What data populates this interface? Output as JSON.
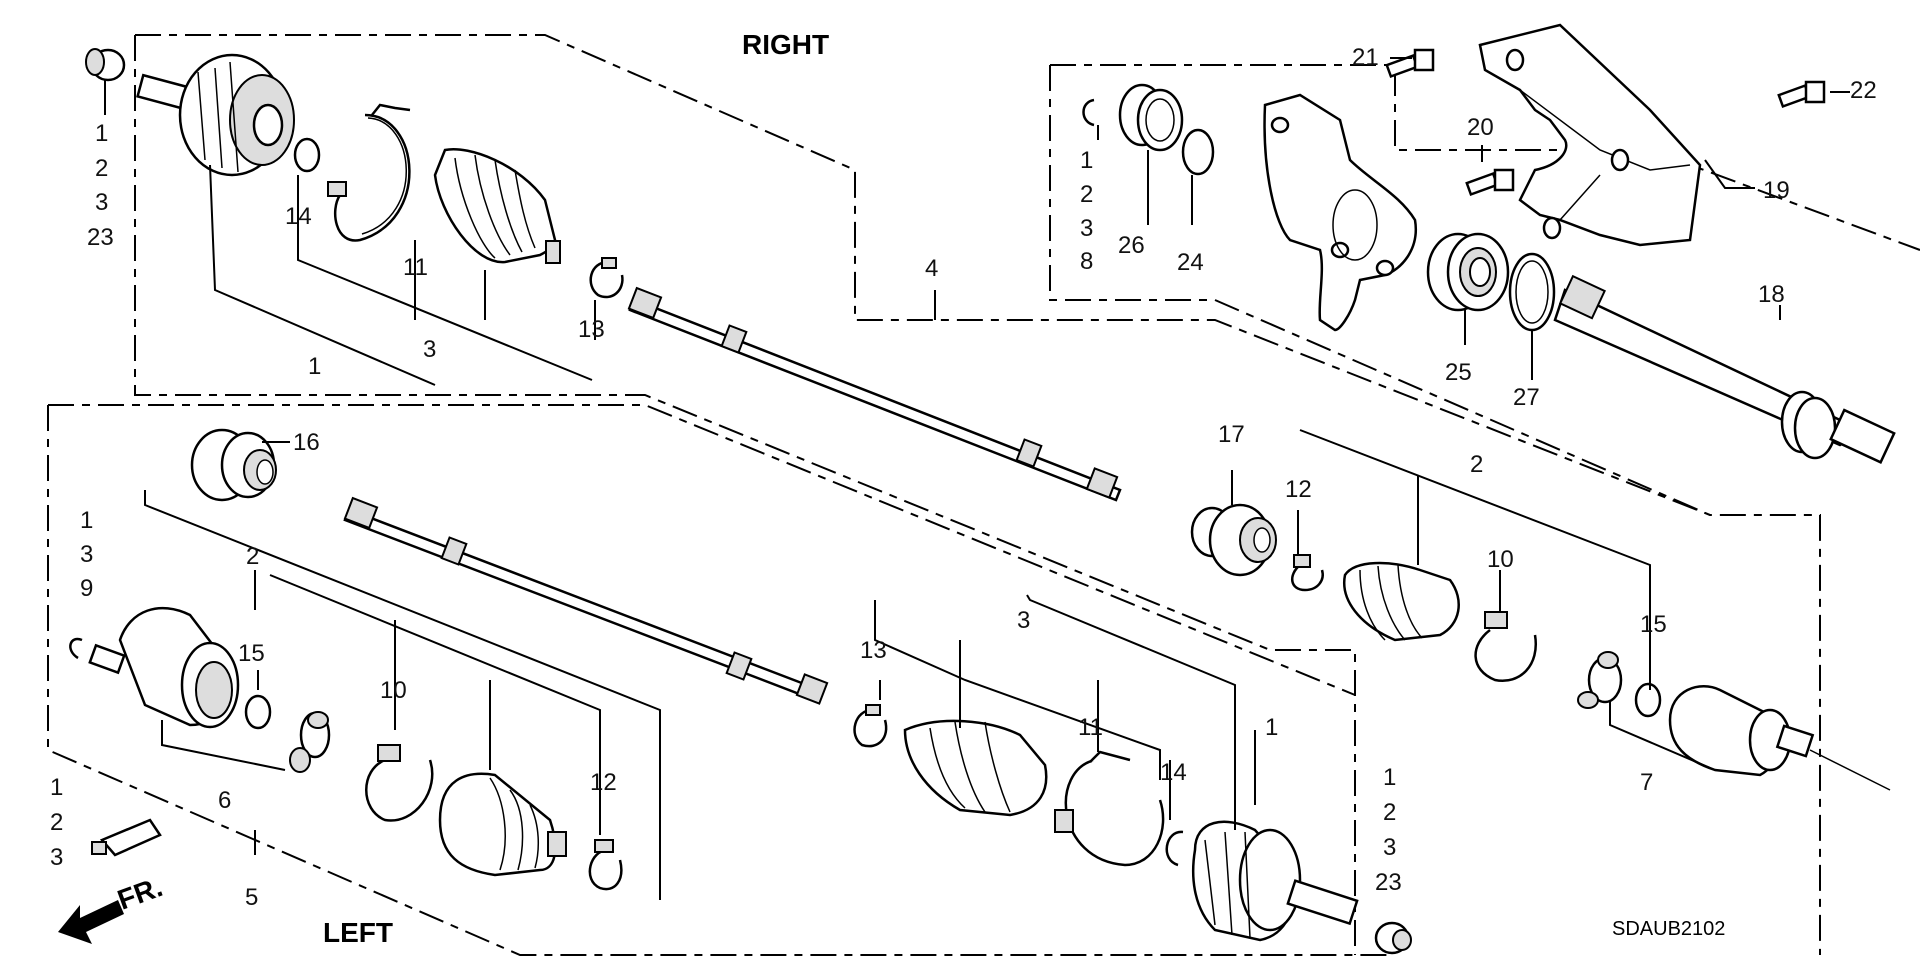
{
  "titles": {
    "right": "RIGHT",
    "left": "LEFT",
    "front": "FR.",
    "code": "SDAUB2102"
  },
  "labels": {
    "r_1": "1",
    "r_2": "2",
    "r_3": "3",
    "r_23": "23",
    "r_14": "14",
    "r_11": "11",
    "r_1b": "1",
    "r_3b": "3",
    "r_13": "13",
    "r_4": "4",
    "r_ring1": "1",
    "r_ring2": "2",
    "r_ring3": "3",
    "r_ring8": "8",
    "r_26": "26",
    "r_24": "24",
    "r_21": "21",
    "r_20": "20",
    "r_22": "22",
    "r_19": "19",
    "r_25": "25",
    "r_27": "27",
    "r_18": "18",
    "l_16": "16",
    "l_1": "1",
    "l_3": "3",
    "l_9": "9",
    "l_2": "2",
    "l_15": "15",
    "l_10": "10",
    "l_12": "12",
    "l_6": "6",
    "l_g1": "1",
    "l_g2": "2",
    "l_g3": "3",
    "l_5": "5",
    "l_13": "13",
    "l_3b": "3",
    "l_11": "11",
    "l_14": "14",
    "l_1b": "1",
    "l_n1": "1",
    "l_n2": "2",
    "l_n3": "3",
    "l_n23": "23",
    "l_17": "17",
    "l_12b": "12",
    "l_2b": "2",
    "l_10b": "10",
    "l_15b": "15",
    "l_7": "7"
  }
}
